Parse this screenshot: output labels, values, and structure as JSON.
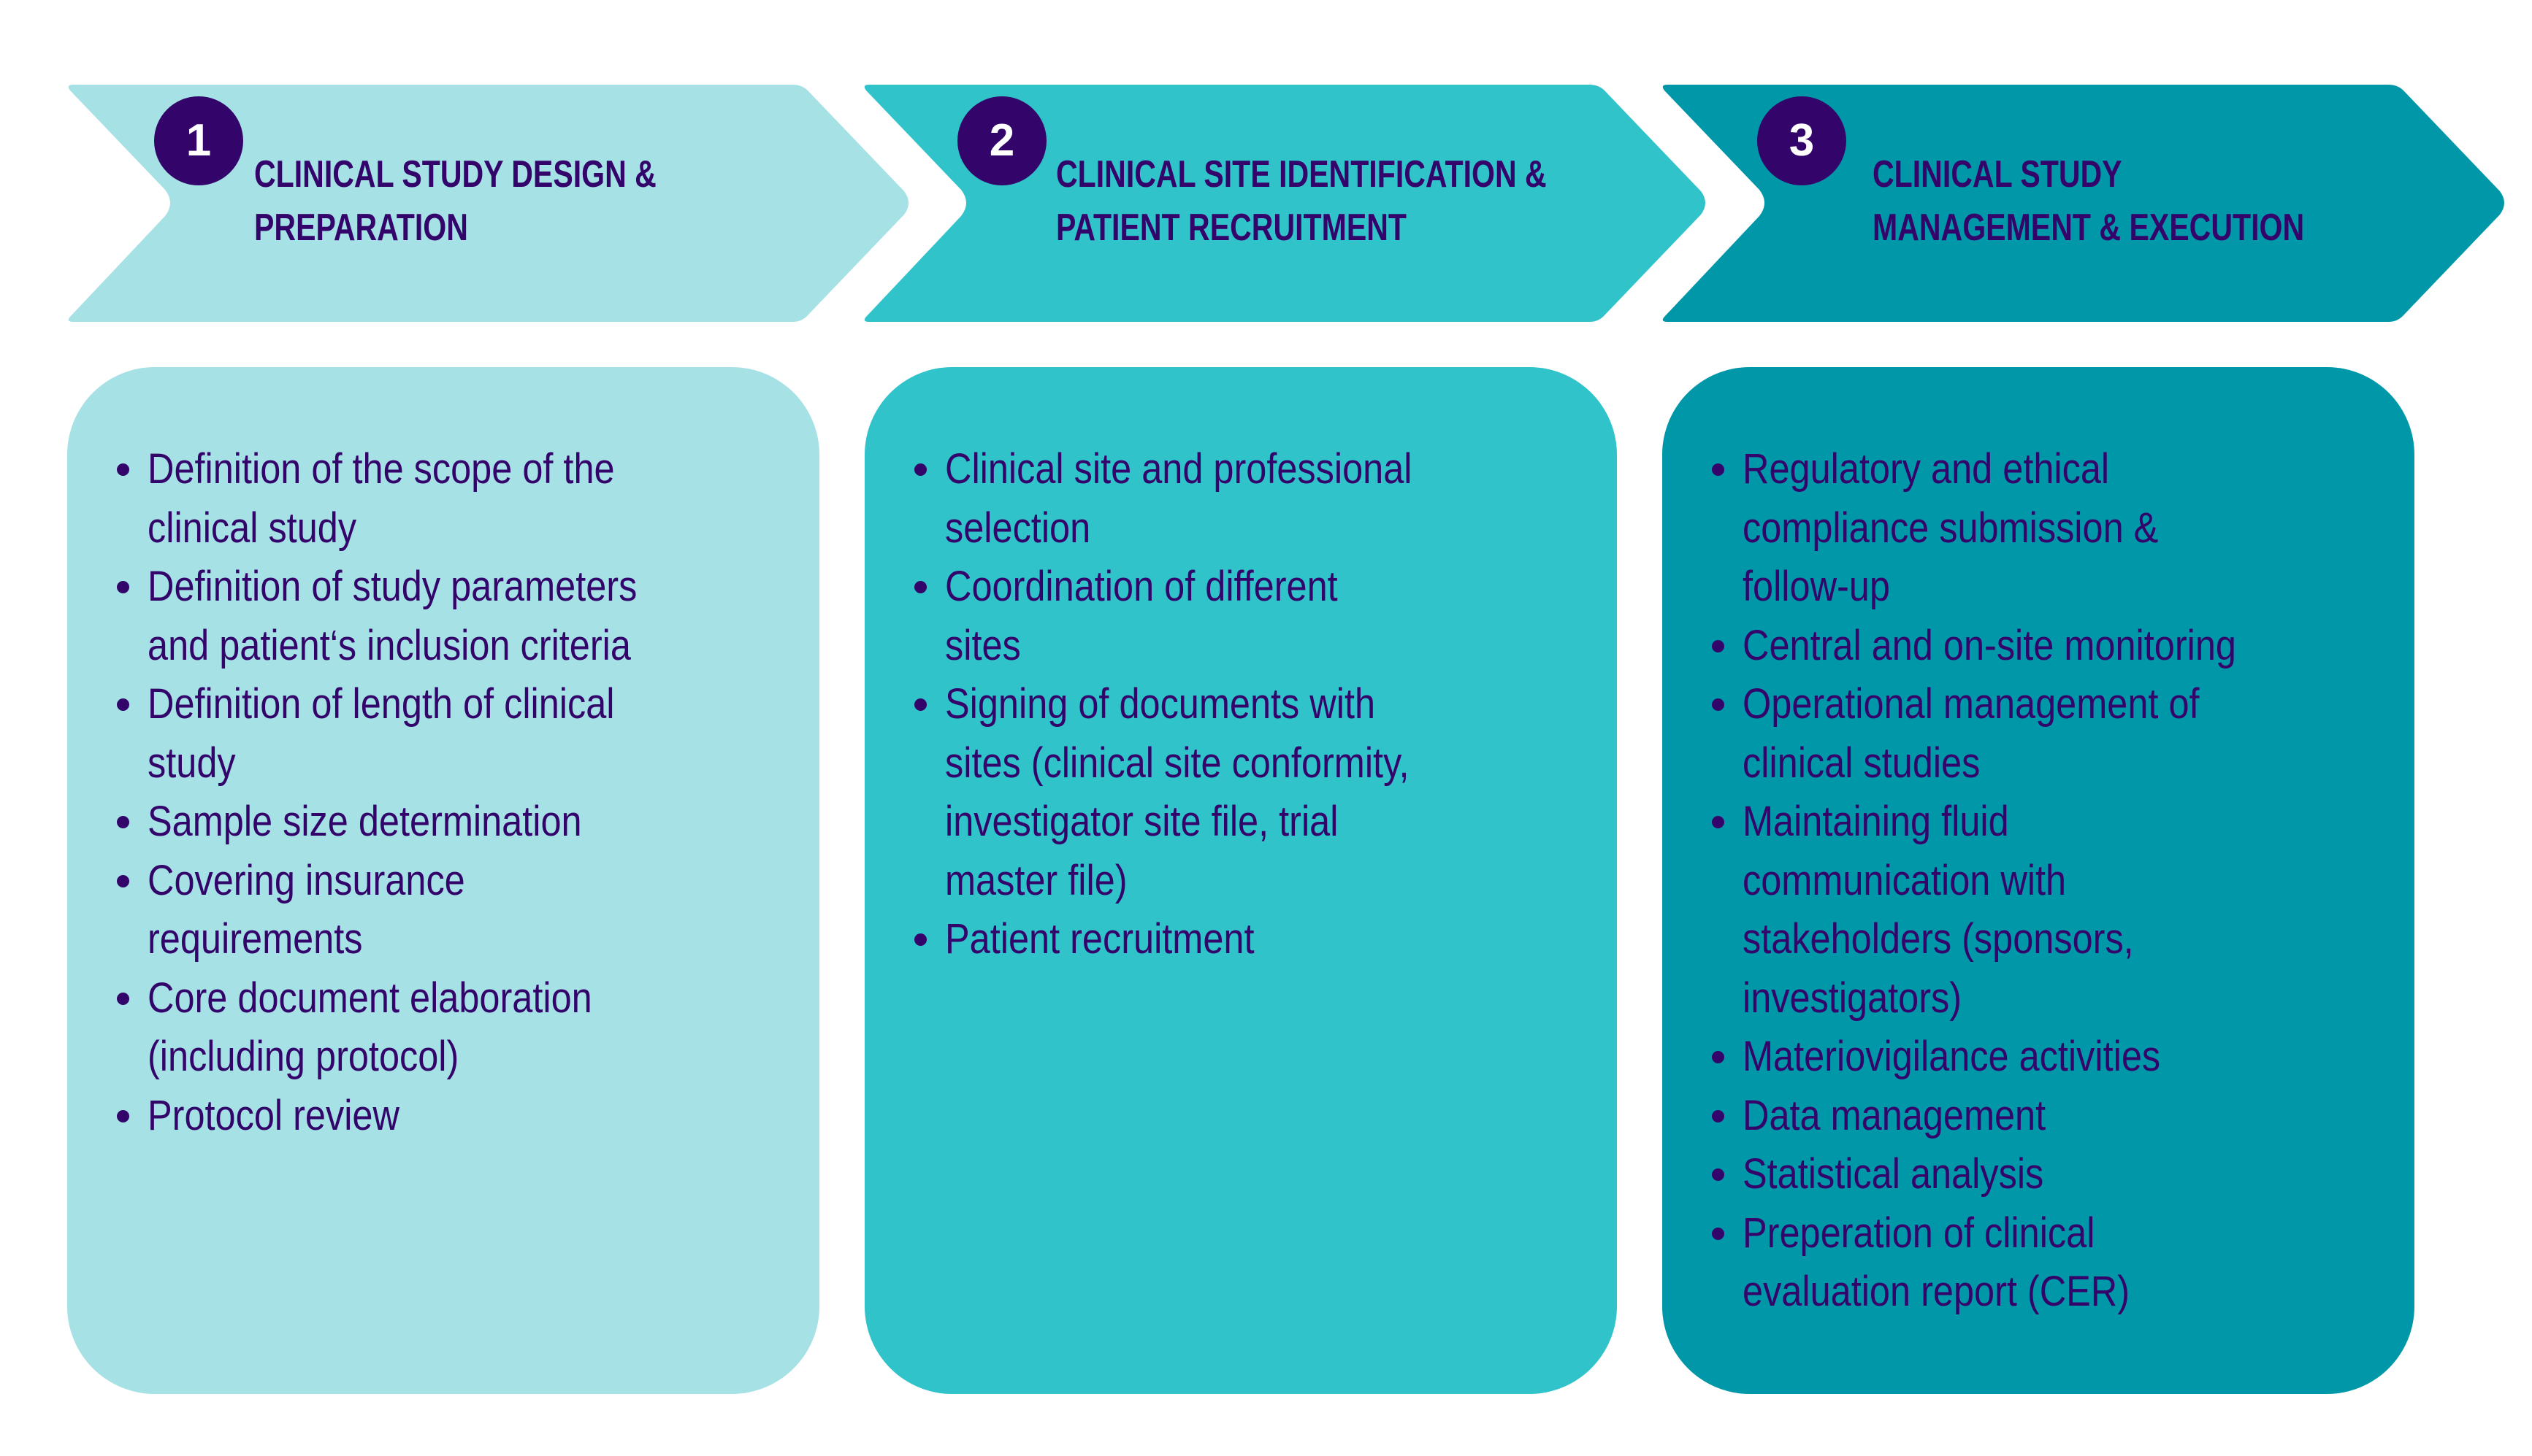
{
  "colors": {
    "step1": "#A6E1E5",
    "step2": "#30C3CA",
    "step3": "#0098A8",
    "text": "#33056B",
    "badge": "#33056B",
    "badge_text": "#FFFFFF"
  },
  "steps": [
    {
      "number": "1",
      "title_lines": [
        "CLINICAL STUDY DESIGN &",
        "PREPARATION"
      ],
      "items": [
        {
          "lines": [
            "Definition of the scope of the",
            "clinical study"
          ]
        },
        {
          "lines": [
            "Definition of study parameters",
            "and patient‘s inclusion criteria"
          ]
        },
        {
          "lines": [
            "Definition of length of clinical",
            "study"
          ]
        },
        {
          "lines": [
            "Sample size determination"
          ]
        },
        {
          "lines": [
            "Covering insurance",
            "requirements"
          ]
        },
        {
          "lines": [
            "Core document elaboration",
            "(including protocol)"
          ]
        },
        {
          "lines": [
            "Protocol review"
          ]
        }
      ]
    },
    {
      "number": "2",
      "title_lines": [
        "CLINICAL SITE IDENTIFICATION &",
        "PATIENT RECRUITMENT"
      ],
      "items": [
        {
          "lines": [
            "Clinical site and professional",
            "selection"
          ]
        },
        {
          "lines": [
            "Coordination of different",
            "sites"
          ]
        },
        {
          "lines": [
            "Signing of documents with",
            "sites (clinical site conformity,",
            "investigator site file, trial",
            "master file)"
          ]
        },
        {
          "lines": [
            "Patient recruitment"
          ]
        }
      ]
    },
    {
      "number": "3",
      "title_lines": [
        "CLINICAL STUDY",
        "MANAGEMENT & EXECUTION"
      ],
      "items": [
        {
          "lines": [
            "Regulatory and ethical",
            "compliance submission &",
            "follow-up"
          ]
        },
        {
          "lines": [
            "Central and on-site monitoring"
          ]
        },
        {
          "lines": [
            "Operational management of",
            "clinical studies"
          ]
        },
        {
          "lines": [
            "Maintaining fluid",
            "communication with",
            "stakeholders (sponsors,",
            "investigators)"
          ]
        },
        {
          "lines": [
            "Materiovigilance activities"
          ]
        },
        {
          "lines": [
            "Data management"
          ]
        },
        {
          "lines": [
            "Statistical analysis"
          ]
        },
        {
          "lines": [
            "Preperation of clinical",
            "evaluation report (CER)"
          ]
        }
      ]
    }
  ]
}
